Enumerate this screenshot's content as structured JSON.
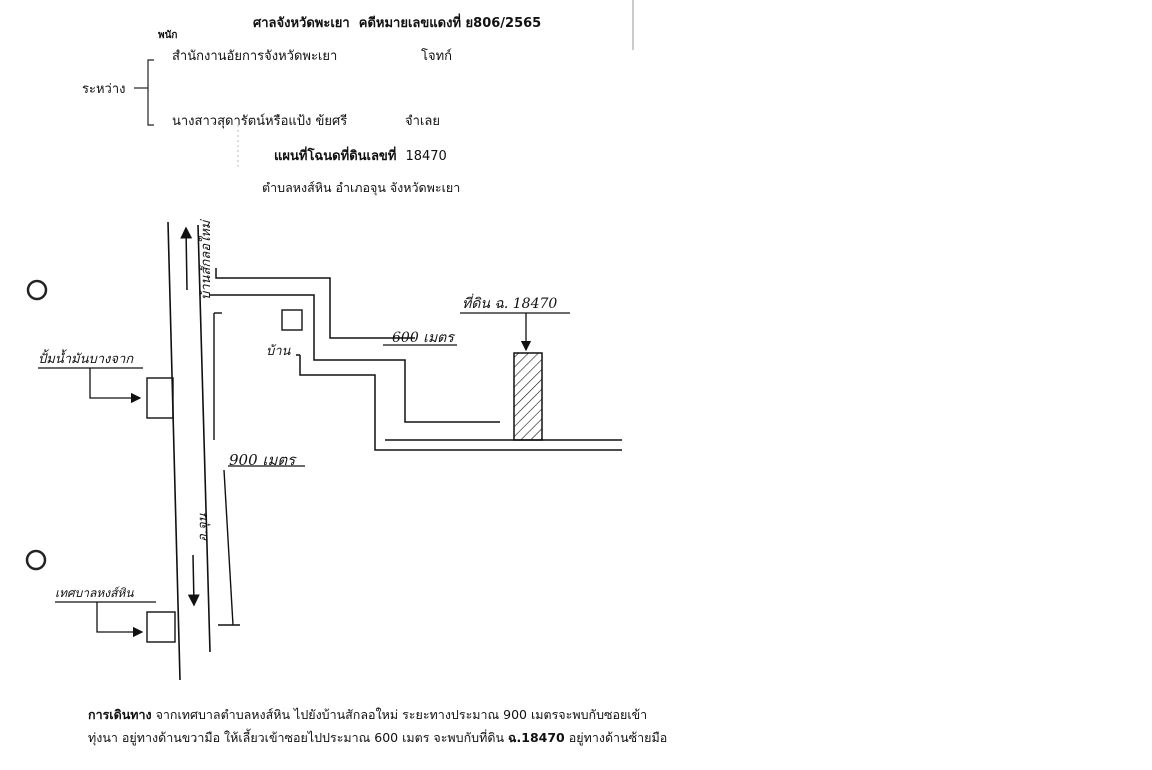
{
  "header": {
    "court_title": "ศาลจังหวัดพะเยา",
    "case_label": "คดีหมายเลขแดงที่",
    "case_number": "ย806/2565",
    "inserted_word": "พนัก",
    "plaintiff_name": "สำนักงานอัยการจังหวัดพะเยา",
    "plaintiff_role": "โจทก์",
    "between": "ระหว่าง",
    "defendant_name": "นางสาวสุดารัตน์หรือแป้ง ข้ยศรี",
    "defendant_role": "จำเลย"
  },
  "map_title": {
    "heading": "แผนที่โฉนดที่ดินเลขที่",
    "deed_number": "18470",
    "location": "ตำบลหงส์หิน อำเภอจุน จังหวัดพะเยา"
  },
  "map_labels": {
    "road_north": "บ้านสักลอใหม่",
    "road_south": "อ.จุน",
    "gas_station": "ปั้มน้ำมันบางจาก",
    "municipality": "เทศบาลหงส์หิน",
    "house": "บ้าน",
    "distance_900": "900 เมตร",
    "distance_600": "600 เมตร",
    "land_parcel": "ที่ดิน ฉ. 18470"
  },
  "directions": {
    "label": "การเดินทาง",
    "line1": "จากเทศบาลตำบลหงส์หิน ไปยังบ้านสักลอใหม่ ระยะทางประมาณ 900 เมตรจะพบกับซอยเข้า",
    "line2_a": "ทุ่งนา อยู่ทางด้านขวามือ ให้เลี้ยวเข้าซอยไปประมาณ 600 เมตร จะพบกับที่ดิน",
    "line2_bold": "ฉ.18470",
    "line2_b": "อยู่ทางด้านซ้ายมือ"
  }
}
